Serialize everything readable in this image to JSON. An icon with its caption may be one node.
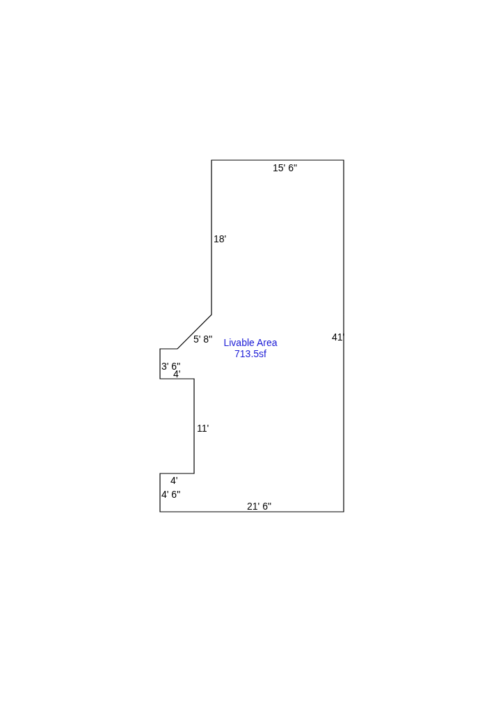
{
  "diagram": {
    "nodes": [
      {
        "text": [
          "Livable Area 713.5sf"
        ]
      }
    ],
    "edges": [],
    "labels": [
      "15' 6\"",
      "18'",
      "5' 8\"",
      "41'",
      "3' 6\"",
      "4'",
      "11'",
      "4'",
      "4' 6\"",
      "21' 6\""
    ]
  }
}
